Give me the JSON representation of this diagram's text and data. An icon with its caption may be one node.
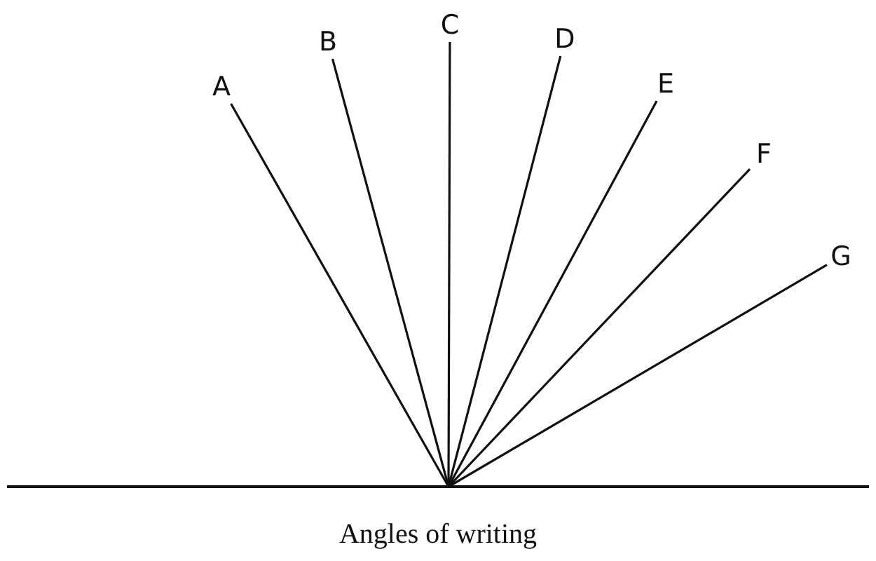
{
  "diagram": {
    "caption": "Angles of writing",
    "nodes": [
      {
        "text": [
          "A"
        ]
      },
      {
        "text": [
          "B"
        ]
      },
      {
        "text": [
          "C"
        ]
      },
      {
        "text": [
          "D"
        ]
      },
      {
        "text": [
          "E"
        ]
      },
      {
        "text": [
          "F"
        ]
      },
      {
        "text": [
          "G"
        ]
      }
    ],
    "edges": [
      {
        "from": null,
        "to": 0,
        "arrow": "none"
      },
      {
        "from": null,
        "to": 1,
        "arrow": "none"
      },
      {
        "from": null,
        "to": 2,
        "arrow": "none"
      },
      {
        "from": null,
        "to": 3,
        "arrow": "none"
      },
      {
        "from": null,
        "to": 4,
        "arrow": "none"
      },
      {
        "from": null,
        "to": 5,
        "arrow": "none"
      },
      {
        "from": null,
        "to": 6,
        "arrow": "none"
      }
    ]
  }
}
